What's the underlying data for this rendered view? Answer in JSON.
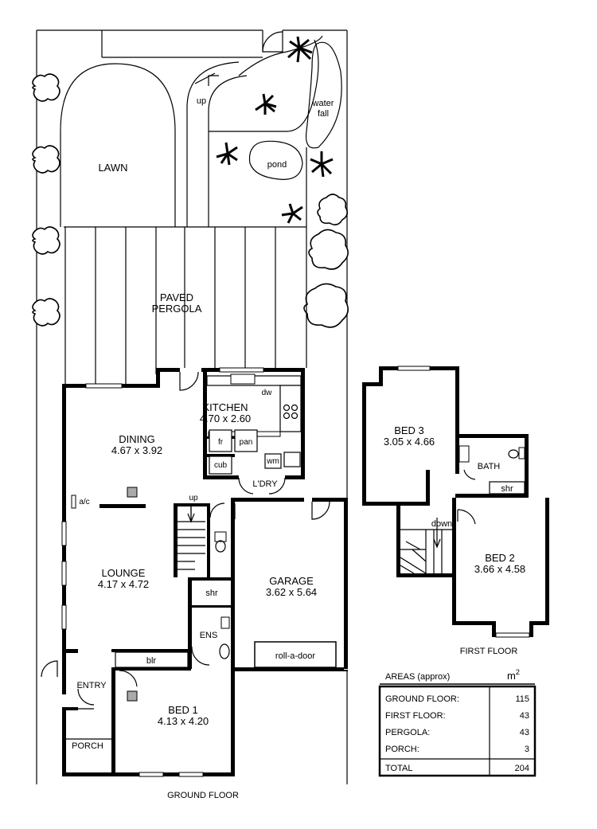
{
  "ground_floor": {
    "title": "GROUND FLOOR",
    "labels": {
      "lawn": "LAWN",
      "up_garden": "up",
      "water_fall_1": "water",
      "water_fall_2": "fall",
      "pond": "pond",
      "pergola_1": "PAVED",
      "pergola_2": "PERGOLA",
      "kitchen": "KITCHEN",
      "kitchen_dim": "4.70 x 2.60",
      "dw": "dw",
      "fr": "fr",
      "pan": "pan",
      "dining": "DINING",
      "dining_dim": "4.67 x 3.92",
      "cub": "cub",
      "wm": "wm",
      "ldry": "L'DRY",
      "ac": "a/c",
      "up_stairs": "up",
      "lounge": "LOUNGE",
      "lounge_dim": "4.17 x 4.72",
      "garage": "GARAGE",
      "garage_dim": "3.62 x 5.64",
      "shr": "shr",
      "ens": "ENS",
      "roll_a_door": "roll-a-door",
      "blr": "blr",
      "entry": "ENTRY",
      "bed1": "BED 1",
      "bed1_dim": "4.13 x 4.20",
      "porch": "PORCH"
    }
  },
  "first_floor": {
    "title": "FIRST FLOOR",
    "labels": {
      "bed3": "BED 3",
      "bed3_dim": "3.05 x 4.66",
      "bath": "BATH",
      "shr": "shr",
      "down": "down",
      "bed2": "BED 2",
      "bed2_dim": "3.66 x 4.58"
    }
  },
  "areas_table": {
    "heading": "AREAS (approx)",
    "unit": "m",
    "unit_sup": "2",
    "rows": [
      {
        "label": "GROUND FLOOR:",
        "value": "115"
      },
      {
        "label": "FIRST FLOOR:",
        "value": "43"
      },
      {
        "label": "PERGOLA:",
        "value": "43"
      },
      {
        "label": "PORCH:",
        "value": "3"
      }
    ],
    "total": {
      "label": "TOTAL",
      "value": "204"
    }
  }
}
